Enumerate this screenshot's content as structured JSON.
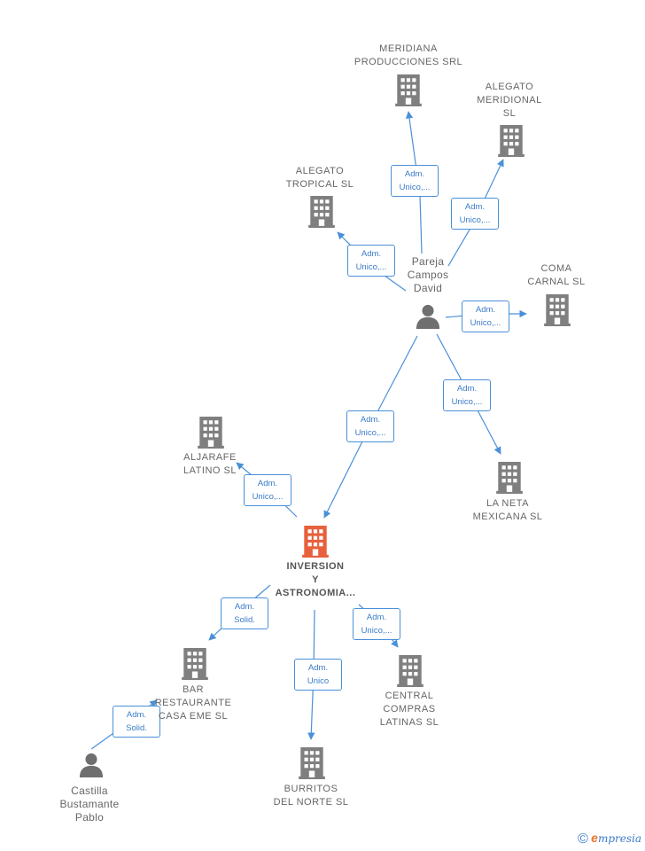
{
  "colors": {
    "company": "#7f7f7f",
    "company_main": "#e8603c",
    "person": "#6f6f6f",
    "edge": "#4a90d9",
    "label": "#666666"
  },
  "companies": [
    {
      "id": "meridiana",
      "lines": [
        "MERIDIANA",
        "PRODUCCIONES SRL"
      ]
    },
    {
      "id": "alegato_meridional",
      "lines": [
        "ALEGATO",
        "MERIDIONAL",
        "SL"
      ]
    },
    {
      "id": "alegato_tropical",
      "lines": [
        "ALEGATO",
        "TROPICAL  SL"
      ]
    },
    {
      "id": "coma_carnal",
      "lines": [
        "COMA",
        "CARNAL  SL"
      ]
    },
    {
      "id": "aljarafe",
      "lines": [
        "ALJARAFE",
        "LATINO  SL"
      ]
    },
    {
      "id": "la_neta",
      "lines": [
        "LA NETA",
        "MEXICANA  SL"
      ]
    },
    {
      "id": "inversion",
      "lines": [
        "INVERSION",
        "Y",
        "ASTRONOMIA..."
      ],
      "main": true
    },
    {
      "id": "bar",
      "lines": [
        "BAR",
        "RESTAURANTE",
        "CASA EME  SL"
      ]
    },
    {
      "id": "central",
      "lines": [
        "CENTRAL",
        "COMPRAS",
        "LATINAS  SL"
      ]
    },
    {
      "id": "burritos",
      "lines": [
        "BURRITOS",
        "DEL NORTE  SL"
      ]
    }
  ],
  "persons": [
    {
      "id": "pareja",
      "lines": [
        "Pareja",
        "Campos",
        "David"
      ]
    },
    {
      "id": "castilla",
      "lines": [
        "Castilla",
        "Bustamante",
        "Pablo"
      ]
    }
  ],
  "edges": [
    {
      "id": "e1",
      "from": "pareja",
      "to": "meridiana",
      "lines": [
        "Adm.",
        "Unico,..."
      ]
    },
    {
      "id": "e2",
      "from": "pareja",
      "to": "alegato_meridional",
      "lines": [
        "Adm.",
        "Unico,..."
      ]
    },
    {
      "id": "e3",
      "from": "pareja",
      "to": "alegato_tropical",
      "lines": [
        "Adm.",
        "Unico,..."
      ]
    },
    {
      "id": "e4",
      "from": "pareja",
      "to": "coma_carnal",
      "lines": [
        "Adm.",
        "Unico,..."
      ]
    },
    {
      "id": "e5",
      "from": "pareja",
      "to": "la_neta",
      "lines": [
        "Adm.",
        "Unico,..."
      ]
    },
    {
      "id": "e6",
      "from": "pareja",
      "to": "inversion",
      "lines": [
        "Adm.",
        "Unico,..."
      ]
    },
    {
      "id": "e7",
      "from": "inversion",
      "to": "aljarafe",
      "lines": [
        "Adm.",
        "Unico,..."
      ]
    },
    {
      "id": "e8",
      "from": "inversion",
      "to": "bar",
      "lines": [
        "Adm.",
        "Solid."
      ]
    },
    {
      "id": "e9",
      "from": "inversion",
      "to": "central",
      "lines": [
        "Adm.",
        "Unico,..."
      ]
    },
    {
      "id": "e10",
      "from": "inversion",
      "to": "burritos",
      "lines": [
        "Adm.",
        "Unico"
      ]
    },
    {
      "id": "e11",
      "from": "castilla",
      "to": "bar",
      "lines": [
        "Adm.",
        "Solid."
      ]
    }
  ],
  "brand": {
    "copyright": "©",
    "first": "e",
    "rest": "mpresia"
  }
}
